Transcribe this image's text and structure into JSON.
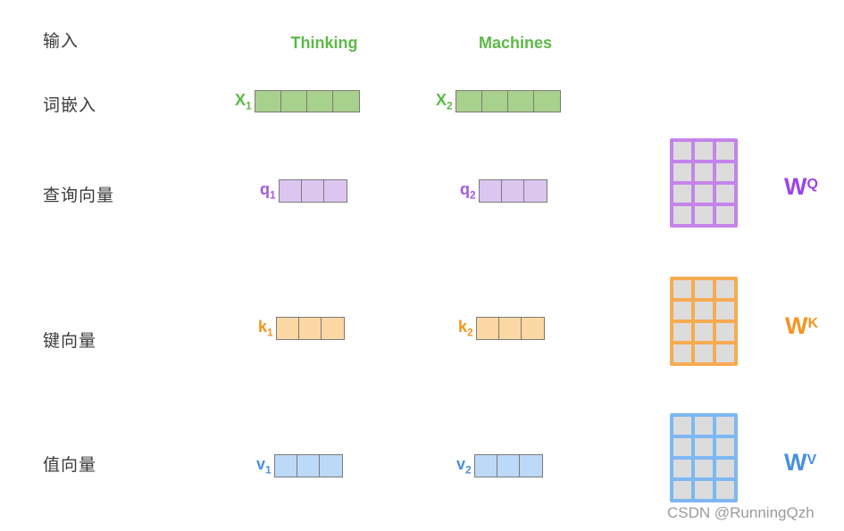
{
  "colors": {
    "label-text": "#3b3b3b",
    "green-text": "#5cb946",
    "green-fill": "#a9d18e",
    "vector-border": "#7a7a7a",
    "purple-text": "#a05ce0",
    "purple-strong": "#9b43e8",
    "purple-fill": "#dcc6f0",
    "purple-grid": "#c584ea",
    "orange-text": "#f5941f",
    "orange-fill": "#fbd7a4",
    "orange-grid": "#f7ab52",
    "blue-text": "#4a90e2",
    "blue-fill": "#bcd9f7",
    "blue-grid": "#7db8f2",
    "matrix-cell": "#dcdcdc",
    "watermark-text": "#9b9b9b"
  },
  "row_labels": {
    "input": "输入",
    "embedding": "词嵌入",
    "query": "查询向量",
    "key": "键向量",
    "value": "值向量"
  },
  "tokens": {
    "t1": "Thinking",
    "t2": "Machines"
  },
  "vectors": {
    "x1": {
      "base": "X",
      "sub": "1",
      "cells": 4
    },
    "x2": {
      "base": "X",
      "sub": "2",
      "cells": 4
    },
    "q1": {
      "base": "q",
      "sub": "1",
      "cells": 3
    },
    "q2": {
      "base": "q",
      "sub": "2",
      "cells": 3
    },
    "k1": {
      "base": "k",
      "sub": "1",
      "cells": 3
    },
    "k2": {
      "base": "k",
      "sub": "2",
      "cells": 3
    },
    "v1": {
      "base": "v",
      "sub": "1",
      "cells": 3
    },
    "v2": {
      "base": "v",
      "sub": "2",
      "cells": 3
    }
  },
  "matrices": {
    "wq": {
      "base": "W",
      "sup": "Q",
      "cols": 3,
      "rows": 4
    },
    "wk": {
      "base": "W",
      "sup": "K",
      "cols": 3,
      "rows": 4
    },
    "wv": {
      "base": "W",
      "sup": "V",
      "cols": 3,
      "rows": 4
    }
  },
  "watermark": "CSDN @RunningQzh"
}
